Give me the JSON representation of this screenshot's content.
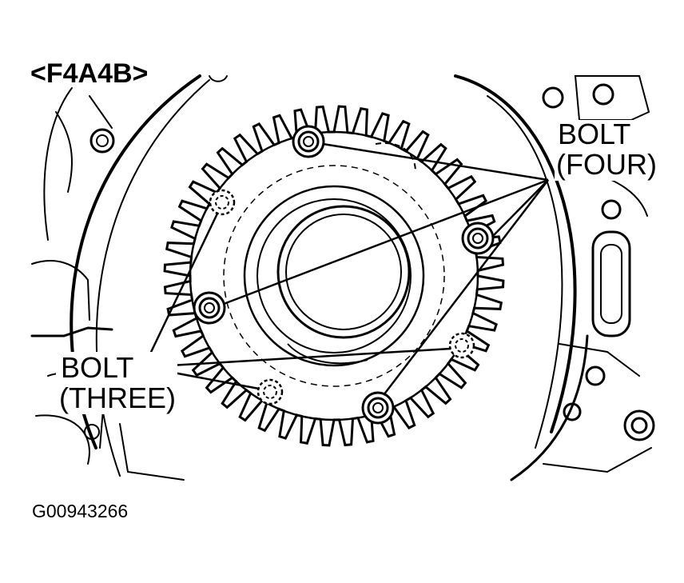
{
  "model_label": "<F4A4B>",
  "callouts": {
    "four": {
      "line1": "BOLT",
      "line2": "(FOUR)"
    },
    "three": {
      "line1": "BOLT",
      "line2": "(THREE)"
    }
  },
  "figure_code": "G00943266",
  "colors": {
    "ink": "#000000",
    "paper": "#ffffff"
  }
}
